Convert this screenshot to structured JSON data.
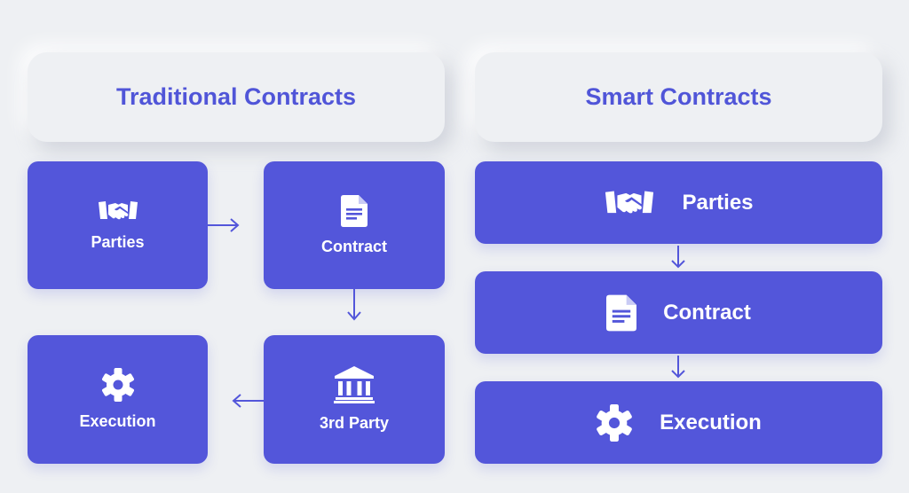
{
  "colors": {
    "accent": "#5356da",
    "background": "#eef0f3",
    "title": "#5055d8"
  },
  "traditional": {
    "title": "Traditional Contracts",
    "parties": {
      "label": "Parties",
      "icon": "handshake-icon"
    },
    "contract": {
      "label": "Contract",
      "icon": "document-icon"
    },
    "third_party": {
      "label": "3rd Party",
      "icon": "bank-icon"
    },
    "execution": {
      "label": "Execution",
      "icon": "gear-icon"
    }
  },
  "smart": {
    "title": "Smart Contracts",
    "parties": {
      "label": "Parties",
      "icon": "handshake-icon"
    },
    "contract": {
      "label": "Contract",
      "icon": "document-icon"
    },
    "execution": {
      "label": "Execution",
      "icon": "gear-icon"
    }
  }
}
